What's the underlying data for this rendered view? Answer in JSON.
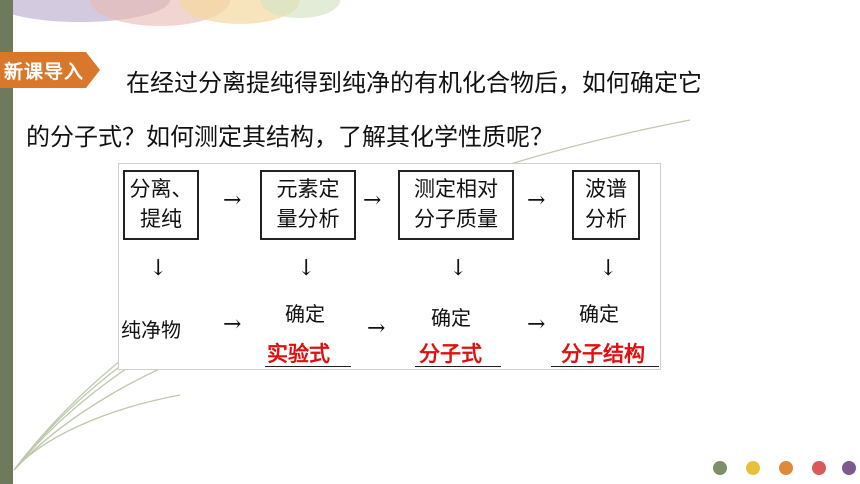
{
  "tag_label": "新课导入",
  "intro": {
    "line1": "在经过分离提纯得到纯净的有机化合物后，如何确定它",
    "line2": "的分子式？如何测定其结构，了解其化学性质呢？"
  },
  "flow": {
    "boxes": [
      {
        "line1": "分离、",
        "line2": "提纯"
      },
      {
        "line1": "元素定",
        "line2": "量分析"
      },
      {
        "line1": "测定相对",
        "line2": "分子质量"
      },
      {
        "line1": "波谱",
        "line2": "分析"
      }
    ],
    "right_arrow": "→",
    "down_arrow": "↓",
    "bottom_first": "纯净物",
    "determine": "确定",
    "answers": [
      "实验式",
      "分子式",
      "分子结构"
    ]
  },
  "colors": {
    "side_bar": "#6e7b5a",
    "tag_bg": "#d9772a",
    "answer_text": "#e01010",
    "dots": [
      "#7e8e6a",
      "#e8c13a",
      "#dd8a3a",
      "#d85a5a",
      "#7c5a8e"
    ]
  }
}
